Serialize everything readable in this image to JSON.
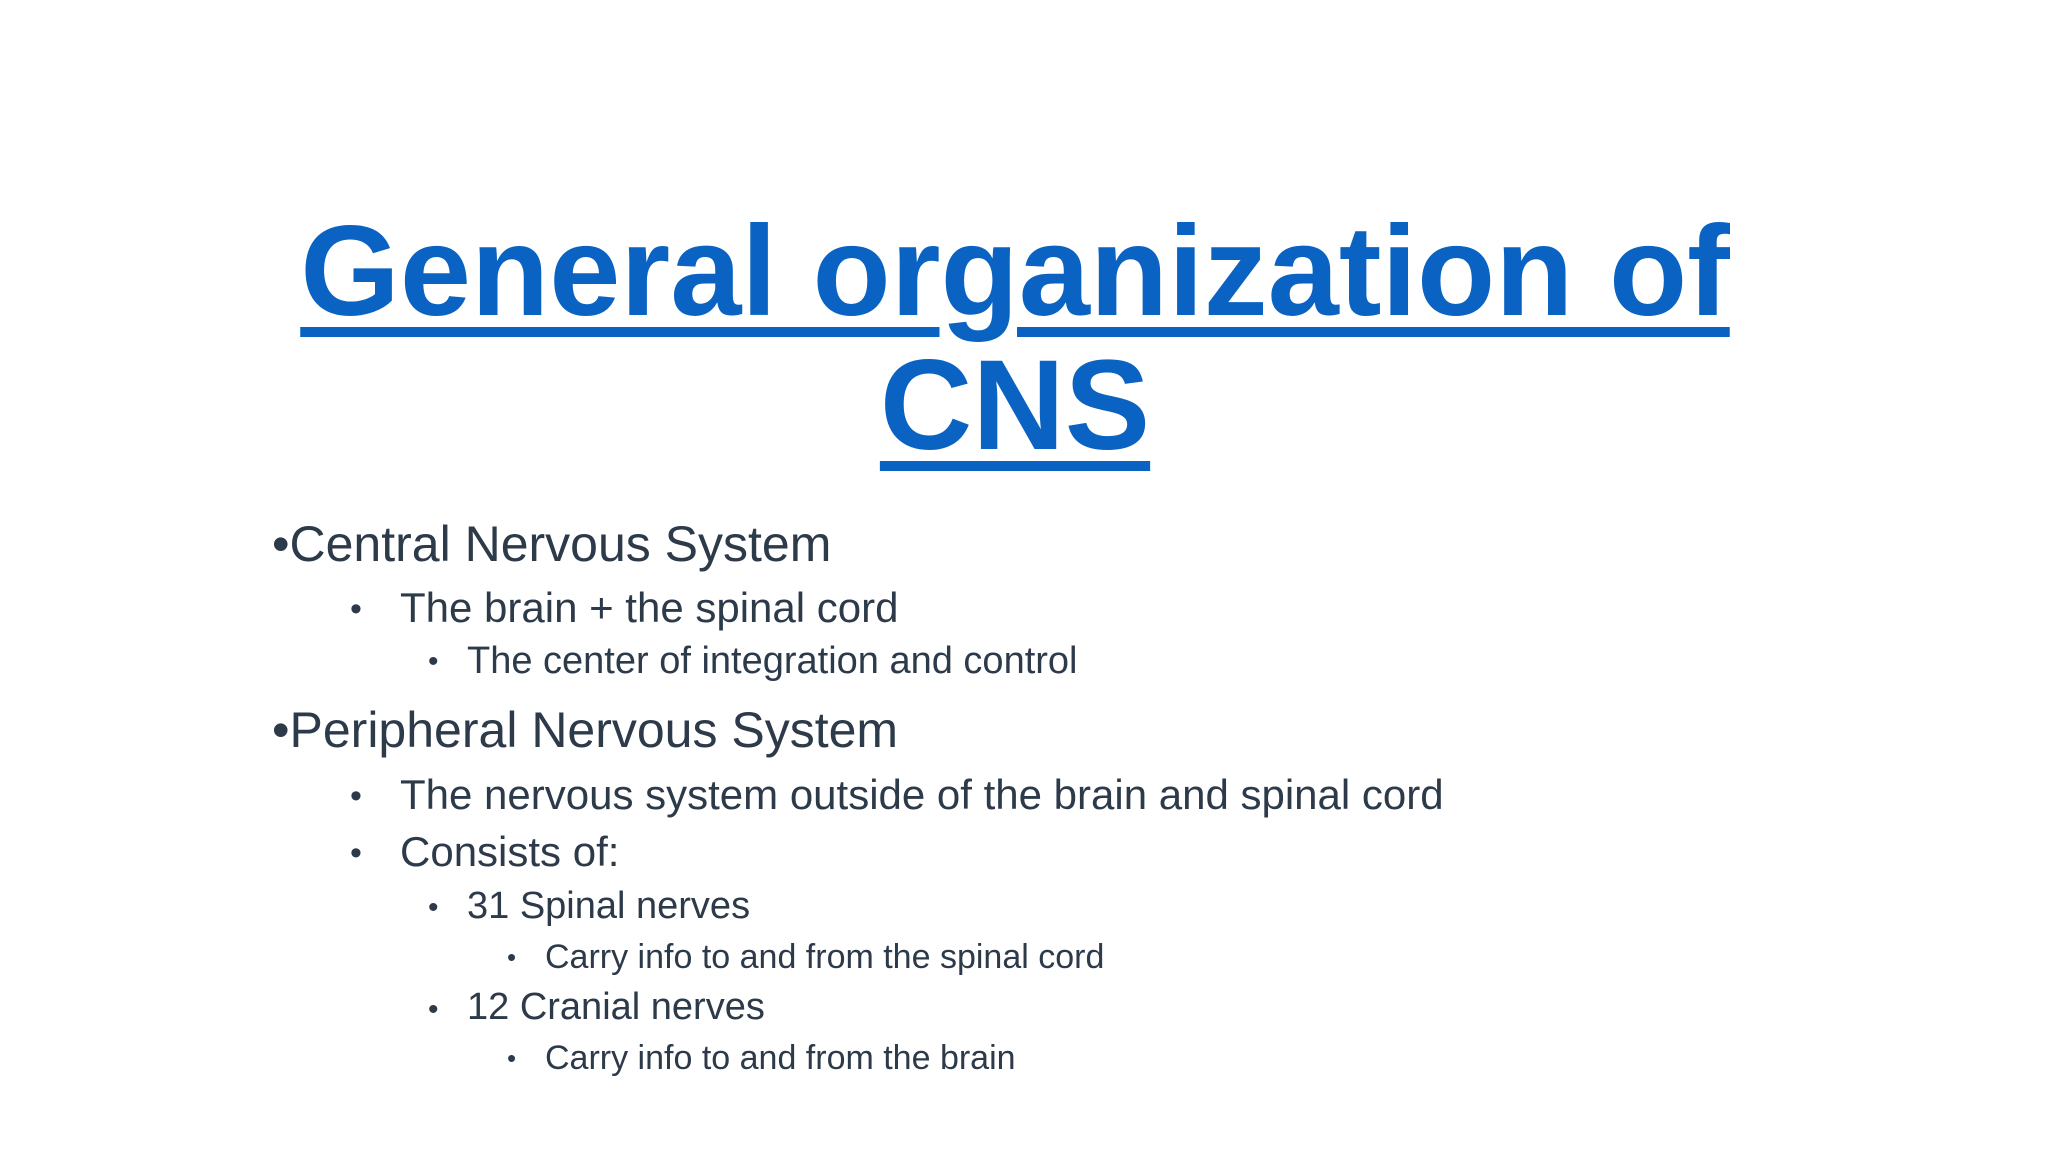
{
  "slide": {
    "title_line1": "General organization of",
    "title_line2": "CNS",
    "items": [
      {
        "level": 1,
        "bullet": "•",
        "text": "Central Nervous System"
      },
      {
        "level": 2,
        "bullet": "•",
        "text": "The brain + the spinal cord"
      },
      {
        "level": 3,
        "bullet": "•",
        "text": "The center of integration and control"
      },
      {
        "level": 1,
        "bullet": "•",
        "text": "Peripheral Nervous System"
      },
      {
        "level": 2,
        "bullet": "•",
        "text": "The nervous system outside of the brain and spinal cord"
      },
      {
        "level": 2,
        "bullet": "•",
        "text": "Consists of:"
      },
      {
        "level": 3,
        "bullet": "•",
        "text": "31 Spinal nerves"
      },
      {
        "level": 4,
        "bullet": "•",
        "text": "Carry info to and from the spinal cord"
      },
      {
        "level": 3,
        "bullet": "•",
        "text": "12 Cranial nerves"
      },
      {
        "level": 4,
        "bullet": "•",
        "text": "Carry info to and from the brain"
      }
    ],
    "colors": {
      "title": "#0a63c2",
      "body_text": "#2d3a4a",
      "background": "#ffffff"
    }
  }
}
